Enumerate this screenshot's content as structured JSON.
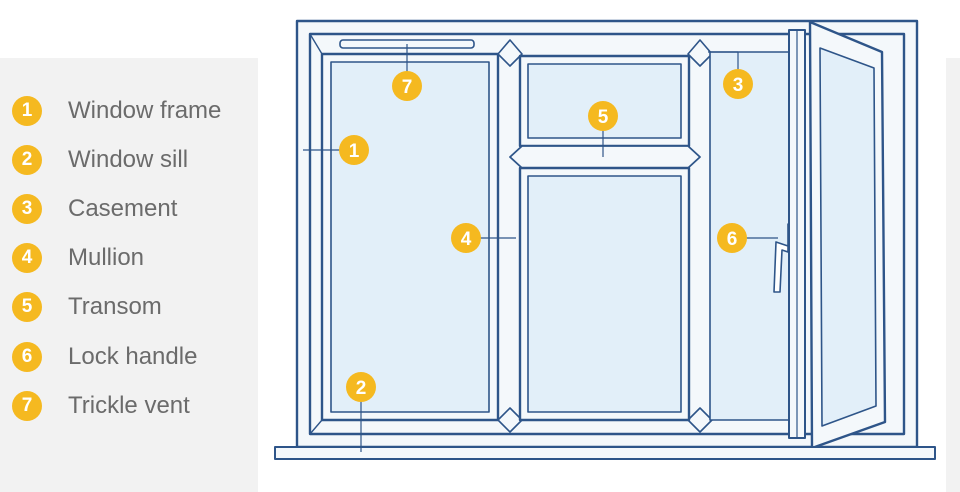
{
  "colors": {
    "frame_stroke": "#2e5589",
    "frame_fill": "#f4f8fb",
    "glass_fill": "#e2eff9",
    "badge": "#f5b920",
    "legend_text": "#6b6b6b",
    "panel_bg": "#f2f2f2"
  },
  "legend": {
    "items": [
      {
        "number": "1",
        "label": "Window frame"
      },
      {
        "number": "2",
        "label": "Window sill"
      },
      {
        "number": "3",
        "label": "Casement"
      },
      {
        "number": "4",
        "label": "Mullion"
      },
      {
        "number": "5",
        "label": "Transom"
      },
      {
        "number": "6",
        "label": "Lock handle"
      },
      {
        "number": "7",
        "label": "Trickle vent"
      }
    ]
  },
  "callouts": {
    "window_frame": "1",
    "window_sill": "2",
    "casement": "3",
    "mullion": "4",
    "transom": "5",
    "lock_handle": "6",
    "trickle_vent": "7"
  }
}
